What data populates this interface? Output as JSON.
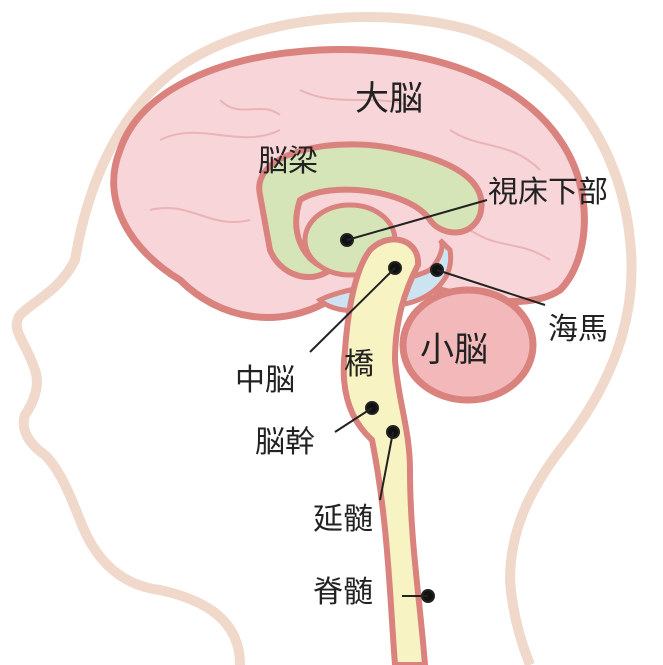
{
  "labels": {
    "cerebrum": "大脳",
    "corpus_callosum": "脳梁",
    "hypothalamus": "視床下部",
    "hippocampus": "海馬",
    "cerebellum": "小脳",
    "midbrain": "中脳",
    "pons": "橋",
    "brainstem": "脳幹",
    "medulla": "延髄",
    "spinal_cord": "脊髄"
  },
  "colors": {
    "head_outline": "#f0d8cb",
    "brain_fill": "#f8d5d8",
    "brain_stroke": "#d9827e",
    "corpus_callosum": "#d5e5b8",
    "hippocampus": "#cce4f2",
    "brainstem": "#f8f3c3",
    "cerebellum": "#f3b8ba"
  }
}
